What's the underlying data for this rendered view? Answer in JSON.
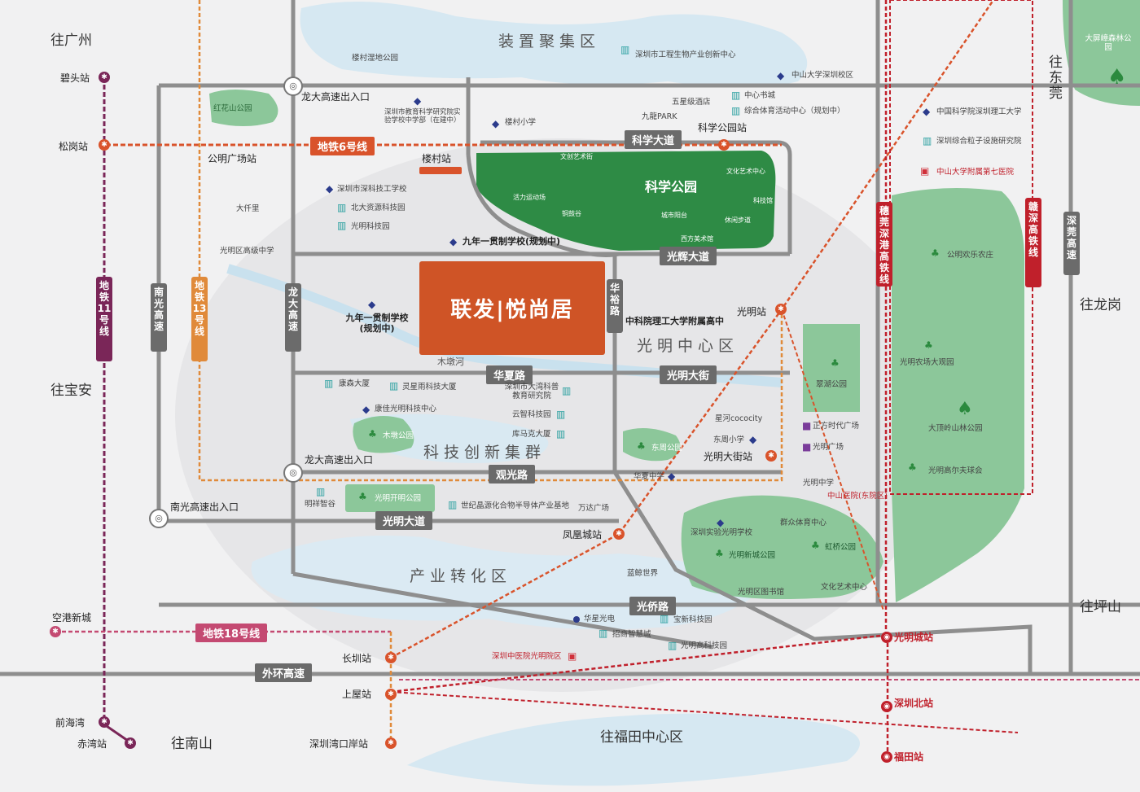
{
  "directions": {
    "guangzhou": "往广州",
    "baoan": "往宝安",
    "nanshan": "往南山",
    "futian": "往福田中心区",
    "dongguan": "往东莞",
    "longgang": "往龙岗",
    "pingshan": "往坪山"
  },
  "zones": {
    "equipment": "装置聚集区",
    "center": "光明中心区",
    "tech": "科技创新集群",
    "industry": "产业转化区"
  },
  "project": {
    "name": "联发|悦尚居"
  },
  "roads": {
    "kexue": "科学大道",
    "guanghui": "光辉大道",
    "huaxia": "华夏路",
    "guangming_jie": "光明大街",
    "guanguang": "观光路",
    "guangming_dadao": "光明大道",
    "guangqiao": "光侨路",
    "waihuan": "外环高速",
    "longda": "龙大高速",
    "nanguang": "南光高速",
    "huayu": "华裕路",
    "dongguan_gs": "深莞高速",
    "longda_exit1": "龙大高速出入口",
    "longda_exit2": "龙大高速出入口",
    "nanguang_exit": "南光高速出入口",
    "mudun_river": "木墩河"
  },
  "lines": {
    "line6": "地铁6号线",
    "line13": "地铁13号线",
    "line11": "地铁11号线",
    "line18": "地铁18号线",
    "ganshen": "赣深高铁线",
    "suigang": "穗莞深港高铁线"
  },
  "stations": {
    "bitou": "碧头站",
    "songgang": "松岗站",
    "loucun": "楼村站",
    "kexue_park": "科学公园站",
    "guangming": "光明站",
    "guangming_dajie": "光明大街站",
    "fenghuang": "凤凰城站",
    "changzhen": "长圳站",
    "shangwu": "上屋站",
    "konggang": "空港新城",
    "qianhaiwan": "前海湾",
    "chiwan": "赤湾站",
    "shenzhenwan": "深圳湾口岸站",
    "guangmingcheng": "光明城站",
    "shenzhenbei": "深圳北站",
    "futian_st": "福田站",
    "gongming": "公明广场站"
  },
  "parks": {
    "science": "科学公园",
    "hongshan": "红花山公园",
    "loucun_wet": "楼村湿地公园",
    "mudun": "木墩公园",
    "dongzhou": "东周公园",
    "guangming_kaiming": "光明开明公园",
    "cuihu": "翠湖公园",
    "guangming_farm": "光明农场大观园",
    "dadingling": "大顶岭山林公园",
    "gongming_happy": "公明欢乐农庄",
    "hongqiao": "虹桥公园",
    "guangming_xincheng": "光明新城公园",
    "dapingzhang": "大屏嶂森林公园",
    "golf": "光明高尔夫球会"
  },
  "pois": {
    "bio_center": "深圳市工程生物产业创新中心",
    "zhongshan_univ": "中山大学深圳校区",
    "five_star": "五星级酒店",
    "center_book": "中心书城",
    "sports_center": "综合体育活动中心（规划中）",
    "jiuyu": "九龍PARK",
    "edu_school": "深圳市教育科学研究院实验学校中学部（在建中）",
    "loucun_primary": "楼村小学",
    "cas_tech": "中国科学院深圳理工大学",
    "synch": "深圳综合粒子设施研究院",
    "zs_hosp7": "中山大学附属第七医院",
    "wenchuang": "文创艺术街",
    "culture_center": "文化艺术中心",
    "huoli": "活力运动场",
    "keji_guan": "科技馆",
    "tieshu": "铜鼓谷",
    "leisure": "休闲步道",
    "city_balcony": "城市阳台",
    "west_art": "西方美术馆",
    "deep_tech": "深圳市深科技工学校",
    "beida": "北大资源科技园",
    "jiayuan": "光明科技园",
    "dashiling": "大仟里",
    "gm_high": "光明区高级中学",
    "nine_year1": "九年一贯制学校(规划中)",
    "nine_year2": "九年一贯制学校(规划中)",
    "cas_high": "中科院理工大学附属高中",
    "kangsen": "康森大厦",
    "lingxing": "灵星雨科技大厦",
    "bay_edu": "深圳市大湾科普教育研究院",
    "kangjia": "康佳光明科技中心",
    "yunzhi": "云智科技园",
    "kuma": "库马克大厦",
    "xinghe": "星河cococity",
    "dongzhou_primary": "东周小学",
    "huaxia_mid": "华夏中学",
    "zhengfang": "正方时代广场",
    "gm_plaza": "光明广场",
    "gm_mid": "光明中学",
    "gm_hosp": "中山医院(东院区)",
    "mass_sport": "群众体育中心",
    "exp_school": "深圳实验光明学校",
    "library": "光明区图书馆",
    "culture_center2": "文化艺术中心",
    "landmark": "蓝鲸世界",
    "huaxing": "华星光电",
    "baoxin": "宝新科技园",
    "zhaoshang": "招商智慧城",
    "gm_tech_park": "光明高科技园",
    "zhongyi": "深圳中医院光明院区",
    "mingxiang": "明祥智谷",
    "shijijing": "世纪晶源化合物半导体产业基地",
    "wanda": "万达广场"
  },
  "colors": {
    "metro": "#d9532b",
    "project": "#cf5426",
    "park": "#2e8b45",
    "rail": "#c0202b",
    "line11": "#7a2658",
    "line13": "#e08a3a"
  }
}
